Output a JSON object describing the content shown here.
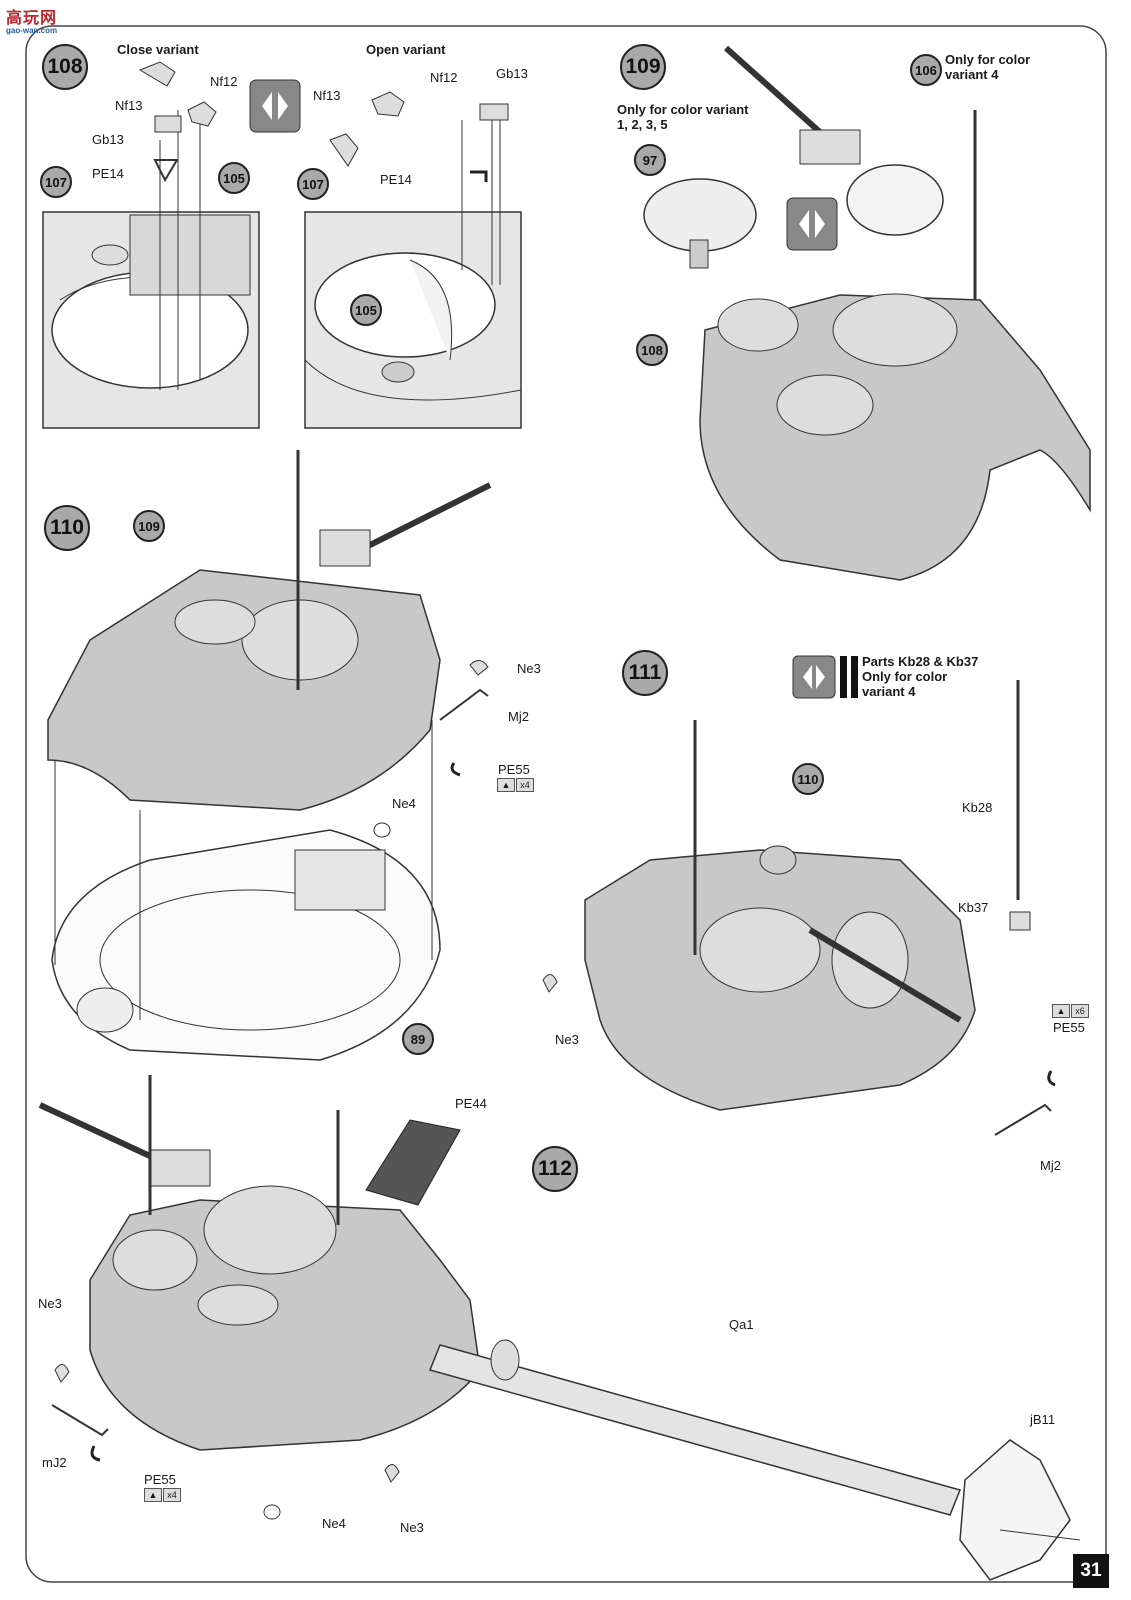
{
  "site_logo": {
    "text": "高玩网",
    "url_text": "gao-wan.com"
  },
  "page_number": "31",
  "steps": {
    "s108": "108",
    "s109": "109",
    "s110": "110",
    "s111": "111",
    "s112": "112"
  },
  "step108": {
    "close_variant": "Close variant",
    "open_variant": "Open variant",
    "parts": {
      "nf12": "Nf12",
      "nf13": "Nf13",
      "gb13": "Gb13",
      "pe14": "PE14"
    },
    "refs": {
      "r107": "107",
      "r105": "105"
    }
  },
  "step109": {
    "note_variant_1235": "Only for color variant 1, 2, 3, 5",
    "note_variant4": "Only for color variant 4",
    "refs": {
      "r97": "97",
      "r106": "106",
      "r108": "108"
    }
  },
  "step110": {
    "parts": {
      "ne3": "Ne3",
      "mj2": "Mj2",
      "pe55": "PE55",
      "ne4": "Ne4",
      "x4": "x4"
    },
    "refs": {
      "r109": "109",
      "r89": "89"
    }
  },
  "step111": {
    "note_title": "Parts Kb28 & Kb37",
    "note_body": "Only for color variant 4",
    "parts": {
      "kb28": "Kb28",
      "kb37": "Kb37",
      "ne3": "Ne3",
      "pe55": "PE55",
      "mj2": "Mj2",
      "x6": "x6"
    },
    "refs": {
      "r110": "110"
    }
  },
  "step112": {
    "parts": {
      "pe44": "PE44",
      "qa1": "Qa1",
      "jb11": "jB11",
      "ne3": "Ne3",
      "mj2": "mJ2",
      "pe55": "PE55",
      "ne4": "Ne4",
      "x4": "x4"
    }
  },
  "colors": {
    "tank_fill": "#c8c8c8",
    "line": "#2a2a2a",
    "step_fill": "#a9a9a9"
  }
}
